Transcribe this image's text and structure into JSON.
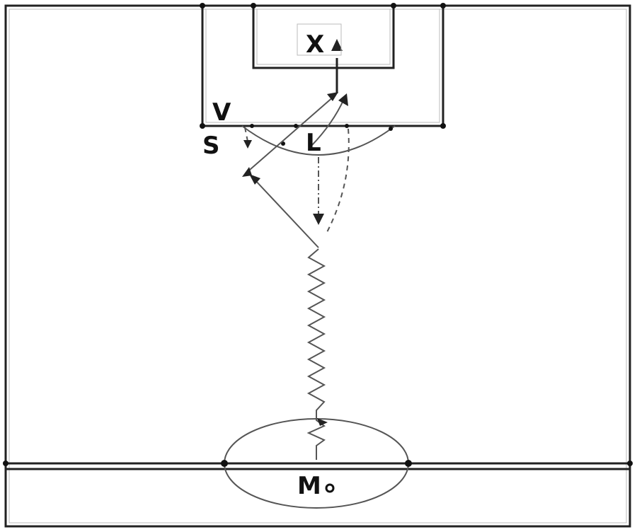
{
  "labels": {
    "player_x": "X",
    "player_v": "V",
    "player_s": "S",
    "player_l": "L",
    "player_m": "M"
  },
  "colors": {
    "line": "#222222",
    "path": "#555555",
    "background": "#ffffff"
  }
}
